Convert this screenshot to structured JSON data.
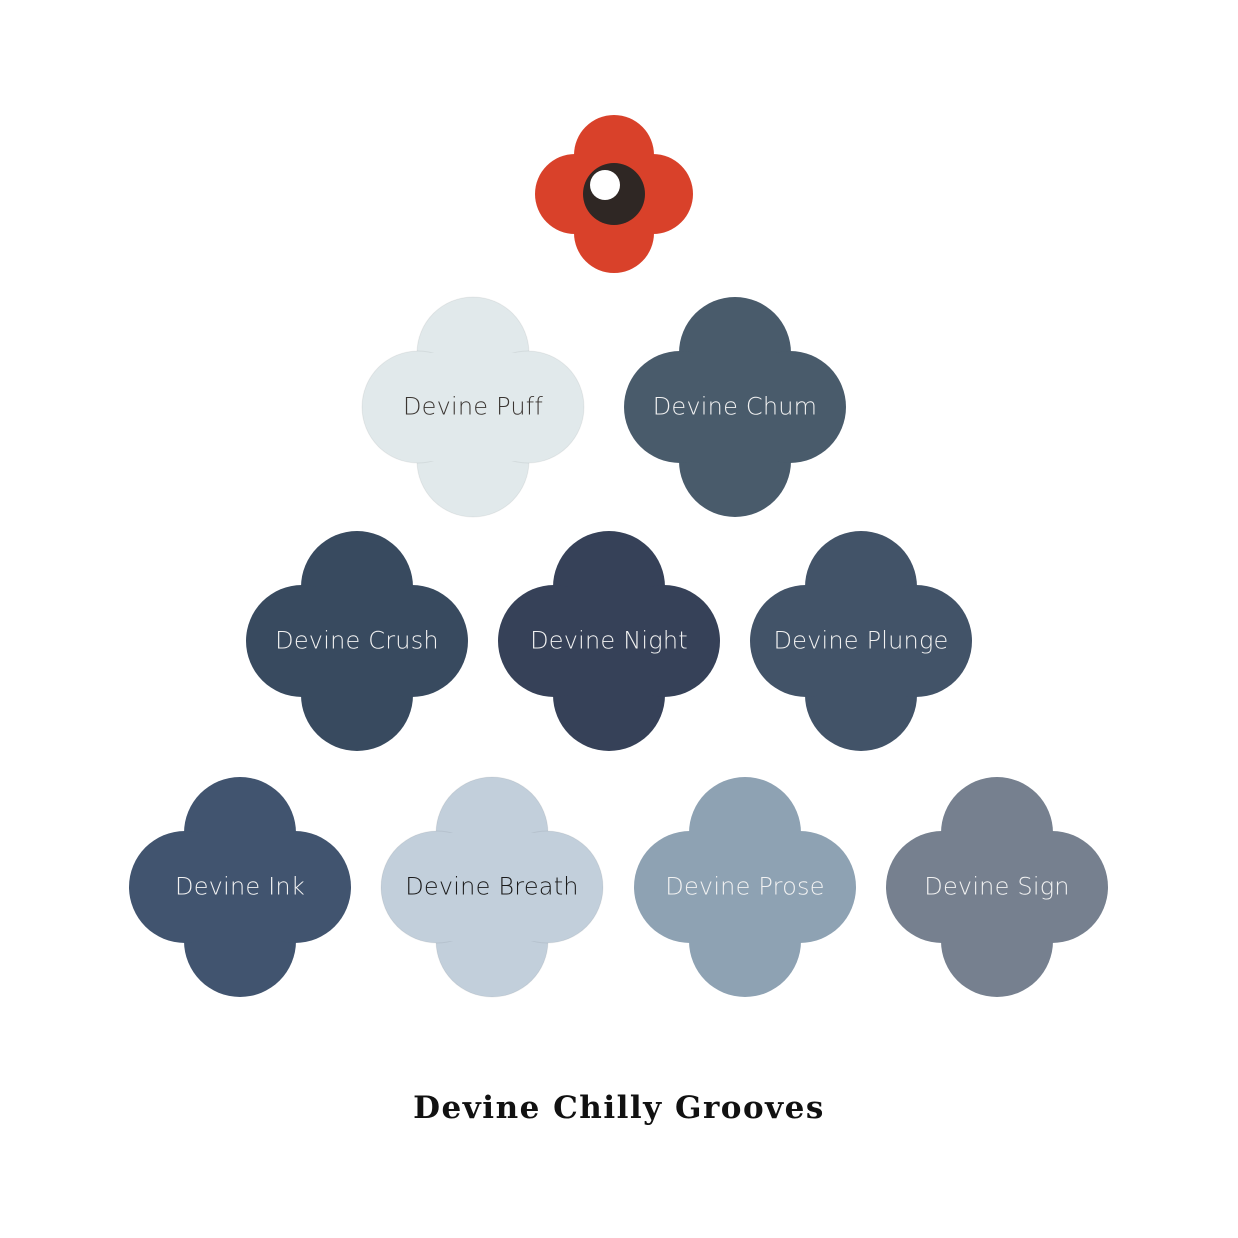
{
  "logo": {
    "icon": "poppy-flower-icon",
    "petal_color": "#d9412a",
    "center_color": "#2f2724",
    "highlight_color": "#ffffff"
  },
  "swatches": [
    {
      "name": "Devine Puff",
      "color": "#e1e9eb",
      "text_color": "#3a3531"
    },
    {
      "name": "Devine Chum",
      "color": "#495b6b",
      "text_color": "#f2f2f2"
    },
    {
      "name": "Devine Crush",
      "color": "#384a5f",
      "text_color": "#f2f2f2"
    },
    {
      "name": "Devine Night",
      "color": "#364158",
      "text_color": "#f2f2f2"
    },
    {
      "name": "Devine Plunge",
      "color": "#425368",
      "text_color": "#f2f2f2"
    },
    {
      "name": "Devine Ink",
      "color": "#41546f",
      "text_color": "#f2f2f2"
    },
    {
      "name": "Devine Breath",
      "color": "#c2cfdb",
      "text_color": "#1a1a1a"
    },
    {
      "name": "Devine Prose",
      "color": "#8ea2b3",
      "text_color": "#f2f2f2"
    },
    {
      "name": "Devine Sign",
      "color": "#76808f",
      "text_color": "#f2f2f2"
    }
  ],
  "title": "Devine Chilly Grooves"
}
